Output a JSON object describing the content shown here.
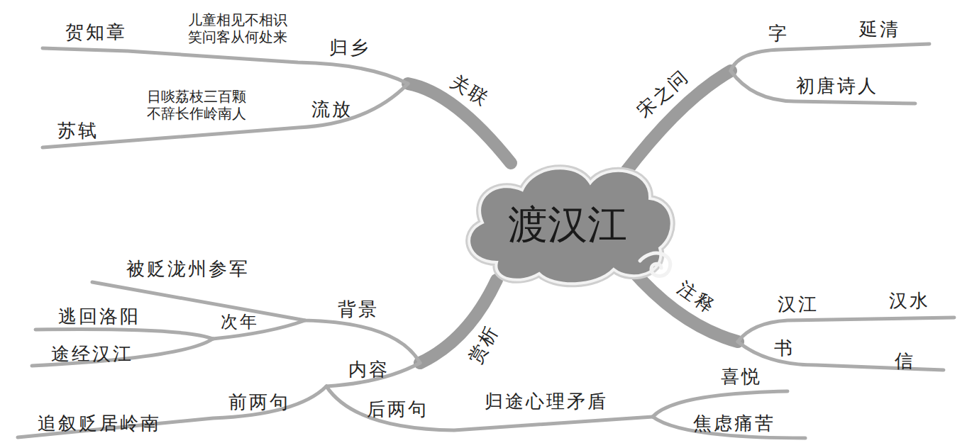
{
  "diagram": {
    "nodes": [
      {
        "text": [
          "渡汉江"
        ]
      }
    ],
    "labels": [
      "宋之问",
      "字",
      "延清",
      "初唐诗人",
      "注释",
      "汉江",
      "汉水",
      "书",
      "信",
      "赏析",
      "背景",
      "被贬泷州参军",
      "次年",
      "逃回洛阳",
      "途经汉江",
      "内容",
      "前两句",
      "追叙贬居岭南",
      "后两句",
      "归途心理矛盾",
      "喜悦",
      "焦虑痛苦",
      "关联",
      "归乡",
      "贺知章",
      "儿童相见不相识 笑问客从何处来",
      "流放",
      "苏轼",
      "日啖荔枝三百颗 不辞长作岭南人"
    ]
  }
}
